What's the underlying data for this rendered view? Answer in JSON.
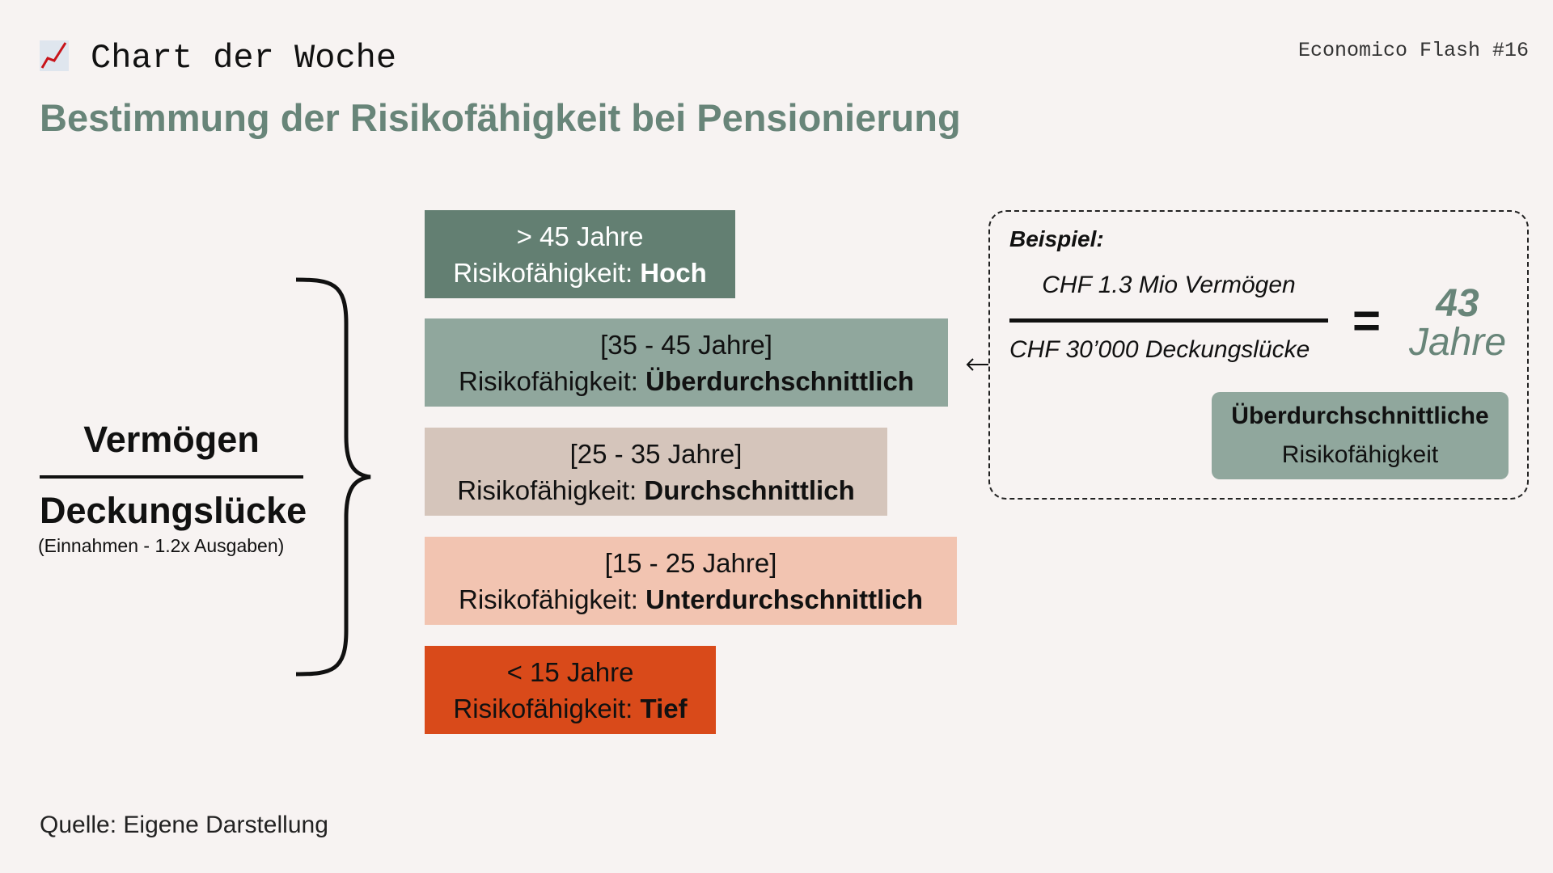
{
  "header": {
    "icon": "chart-increasing-icon",
    "label": "Chart der Woche",
    "issue": "Economico Flash #16"
  },
  "title": "Bestimmung der Risikofähigkeit bei Pensionierung",
  "formula": {
    "numerator": "Vermögen",
    "denominator": "Deckungslücke",
    "note": "(Einnahmen - 1.2x Ausgaben)"
  },
  "tiers": [
    {
      "range": "> 45 Jahre",
      "prefix": "Risikofähigkeit: ",
      "level": "Hoch",
      "color": "#637f72"
    },
    {
      "range": "[35 - 45 Jahre]",
      "prefix": "Risikofähigkeit: ",
      "level": "Überdurchschnittlich",
      "color": "#90a79d"
    },
    {
      "range": "[25 - 35 Jahre]",
      "prefix": "Risikofähigkeit: ",
      "level": "Durchschnittlich",
      "color": "#d5c5bb"
    },
    {
      "range": "[15 - 25 Jahre]",
      "prefix": "Risikofähigkeit: ",
      "level": "Unterdurchschnittlich",
      "color": "#f2c4b1"
    },
    {
      "range": "< 15 Jahre",
      "prefix": "Risikofähigkeit: ",
      "level": "Tief",
      "color": "#d94a1a"
    }
  ],
  "example": {
    "label": "Beispiel:",
    "numerator": "CHF 1.3 Mio Vermögen",
    "denominator": "CHF 30’000 Deckungslücke",
    "equals": "=",
    "result_value": "43",
    "result_unit": "Jahre",
    "badge_line1": "Überdurchschnittliche",
    "badge_line2": "Risikofähigkeit"
  },
  "source": "Quelle: Eigene Darstellung"
}
